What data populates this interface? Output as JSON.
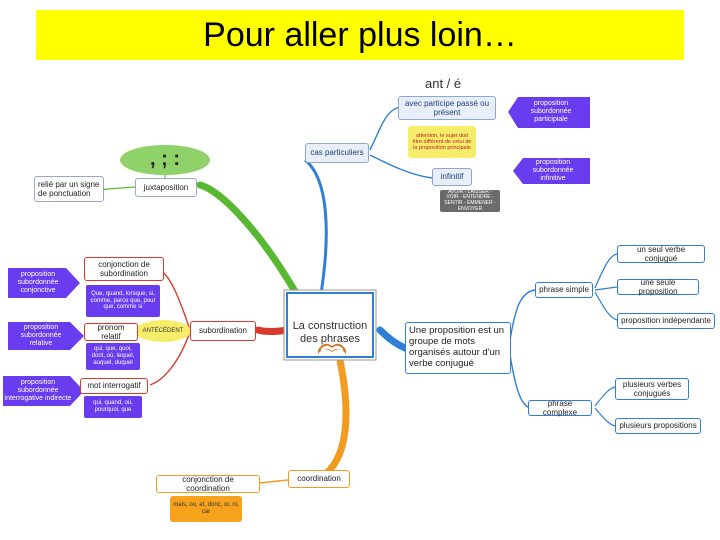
{
  "title": "Pour aller plus loin…",
  "center": {
    "label": "La construction des phrases"
  },
  "top": {
    "ant": "ant / é"
  },
  "cas": {
    "label": "cas particuliers",
    "participe": "avec participe passé ou présent",
    "attention": "attention, le sujet doit être différent de celui de la proposition principale",
    "prop_participiale": "proposition subordonnée participiale",
    "infinitif": "infinitif",
    "verbes": "AVOIR - LAISSER - VOIR - ENTENDRE - SENTIR - EMMENER - ENVOYER",
    "prop_infinitive": "proposition subordonnée infinitive"
  },
  "juxta": {
    "signs": ", ; :",
    "label": "juxtaposition",
    "relie": "relié par un signe de ponctuation"
  },
  "subordination": {
    "label": "subordination",
    "antecedent": "ANTÉCÉDENT",
    "conj_sub": "conjonction de subordination",
    "conj_words": "Que, quand, lorsque, si, comme, parce que, pour que, comme si",
    "prop_conj": "proposition subordonnée conjonctive",
    "pronom": "pronom relatif",
    "pronom_words": "qui, que, quoi, dont, où, lequel, auquel, duquel",
    "prop_rel": "proposition subordonnée relative",
    "mot_interro": "mot interrogatif",
    "interro_words": "qui, quand, où, pourquoi, que",
    "prop_interro": "proposition subordonnée interrogative indirecte"
  },
  "coordination": {
    "label": "coordination",
    "conj": "conjonction de coordination",
    "words": "mais, ou, et, donc, or, ni, car"
  },
  "definition": "Une proposition est un groupe de mots organisés autour d'un verbe conjugué",
  "simple": {
    "label": "phrase simple",
    "items": [
      "un seul verbe conjugué",
      "une seule proposition",
      "proposition indépendante"
    ]
  },
  "complexe": {
    "label": "phrase complexe",
    "items": [
      "plusieurs verbes conjugués",
      "plusieurs propositions"
    ]
  },
  "colors": {
    "title_bg": "#ffff00",
    "blue_branch": "#2f7fd6",
    "green_branch": "#59b832",
    "red_branch": "#d83b2b",
    "orange_branch": "#f29b1f",
    "purple_box": "#6a3cf0",
    "yellow_box": "#f6ee6b",
    "orange_box": "#f7a21b"
  }
}
